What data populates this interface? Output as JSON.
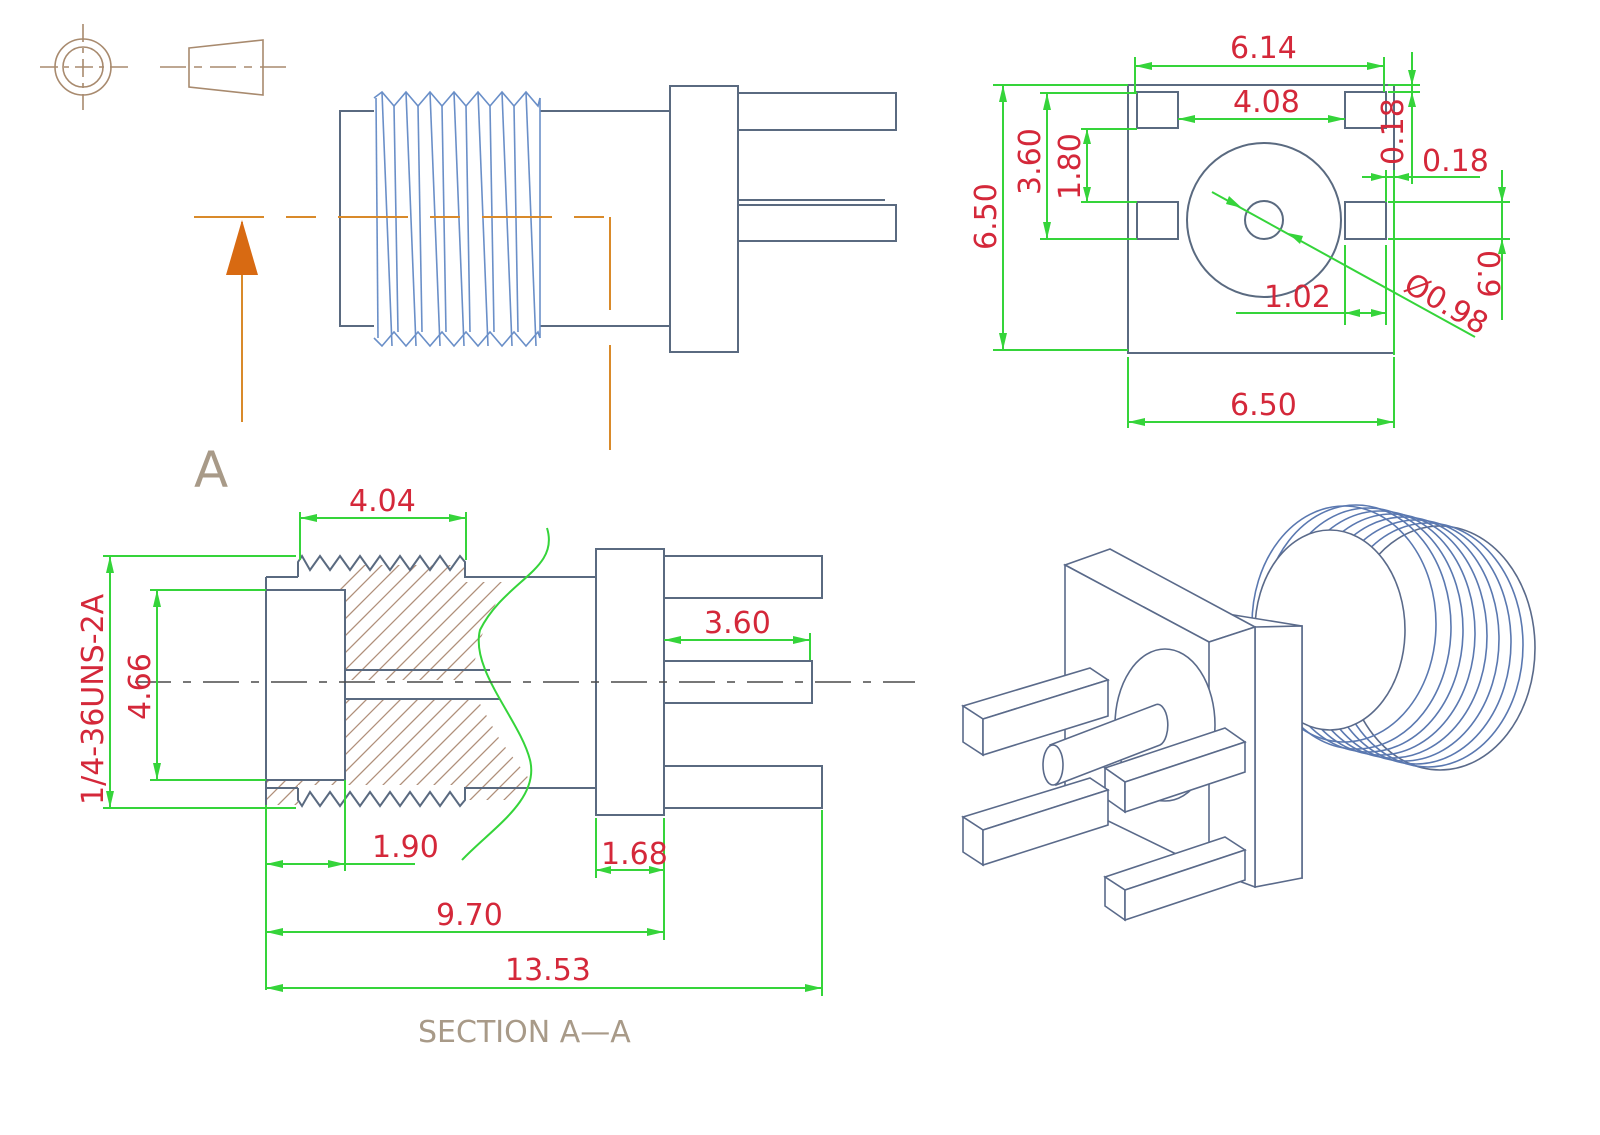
{
  "drawing": {
    "title": "Connector technical drawing",
    "projection_symbol": "first-angle-projection-symbol",
    "section_label": "SECTION A—A",
    "section_marker": "A",
    "colors": {
      "body_outline": "#5a6a80",
      "thread": "#6a8fc8",
      "dimension": "#35d43a",
      "dimension_text": "#d4283a",
      "section_marker": "#d98a2a",
      "label": "#a89a88"
    }
  },
  "front_view": {
    "dimensions": {
      "overall_pin_span": "6.14",
      "inner_pin_span": "4.08",
      "height_overall": "6.50",
      "pin_pitch_vertical": "3.60",
      "half_pitch": "1.80",
      "pin_offset_top": "0.18",
      "pin_offset_side": "0.18",
      "pin_width": "0.9",
      "center_offset": "1.02",
      "center_pin_diameter": "Ø0.98",
      "width_overall": "6.50"
    }
  },
  "section_view": {
    "thread_spec": "1/4-36UNS-2A",
    "dimensions": {
      "thread_length": "4.04",
      "bore_diameter": "4.66",
      "pin_extension": "3.60",
      "bore_depth": "1.90",
      "flange_thickness": "1.68",
      "body_length": "9.70",
      "overall_length": "13.53"
    }
  }
}
